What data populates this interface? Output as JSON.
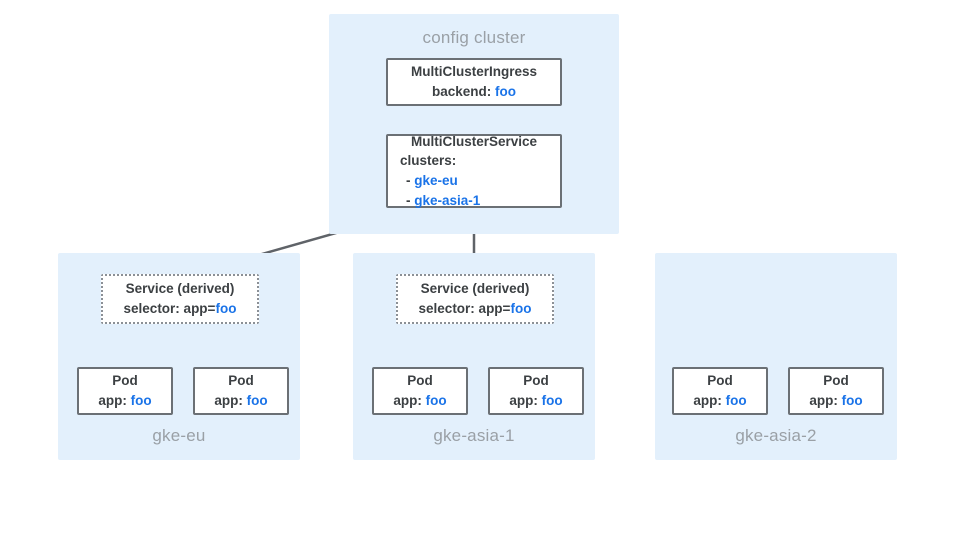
{
  "diagram": {
    "title_hidden": "",
    "colors": {
      "panel_bg": "#e3f0fc",
      "panel_label": "#9aa0a6",
      "box_border": "#6b7075",
      "box_text": "#3c4043",
      "accent_blue": "#1a73e8",
      "arrow_dark": "#5f6368",
      "arrow_light": "#b0b6bb",
      "page_bg": "#ffffff"
    }
  },
  "config_cluster": {
    "label": "config cluster",
    "multi_cluster_ingress": {
      "title": "MultiClusterIngress",
      "backend_label": "backend: ",
      "backend_value": "foo"
    },
    "multi_cluster_service": {
      "title": "MultiClusterService",
      "clusters_label": "clusters:",
      "clusters": [
        {
          "dash": "- ",
          "name": "gke-eu"
        },
        {
          "dash": "- ",
          "name": "gke-asia-1"
        }
      ]
    }
  },
  "zones": [
    {
      "label": "gke-eu",
      "service": {
        "title": "Service (derived)",
        "selector_label": "selector: app=",
        "selector_value": "foo"
      },
      "pods": [
        {
          "title": "Pod",
          "app_label": "app: ",
          "app_value": "foo"
        },
        {
          "title": "Pod",
          "app_label": "app: ",
          "app_value": "foo"
        }
      ]
    },
    {
      "label": "gke-asia-1",
      "service": {
        "title": "Service (derived)",
        "selector_label": "selector: app=",
        "selector_value": "foo"
      },
      "pods": [
        {
          "title": "Pod",
          "app_label": "app: ",
          "app_value": "foo"
        },
        {
          "title": "Pod",
          "app_label": "app: ",
          "app_value": "foo"
        }
      ]
    },
    {
      "label": "gke-asia-2",
      "service": null,
      "pods": [
        {
          "title": "Pod",
          "app_label": "app: ",
          "app_value": "foo"
        },
        {
          "title": "Pod",
          "app_label": "app: ",
          "app_value": "foo"
        }
      ]
    }
  ],
  "connectors": [
    {
      "name": "mci-to-mcs",
      "style": "solid-light",
      "from": "MultiClusterIngress",
      "to": "MultiClusterService"
    },
    {
      "name": "mcs-to-svc-eu",
      "style": "solid-dark",
      "from": "MultiClusterService",
      "to": "gke-eu Service (derived)"
    },
    {
      "name": "mcs-to-svc-asia1",
      "style": "solid-dark",
      "from": "MultiClusterService",
      "to": "gke-asia-1 Service (derived)"
    },
    {
      "name": "svc-eu-to-pod-1",
      "style": "dashed-light",
      "from": "gke-eu Service (derived)",
      "to": "Pod"
    },
    {
      "name": "svc-eu-to-pod-2",
      "style": "dashed-light",
      "from": "gke-eu Service (derived)",
      "to": "Pod"
    },
    {
      "name": "svc-asia1-to-pod-1",
      "style": "dashed-light",
      "from": "gke-asia-1 Service (derived)",
      "to": "Pod"
    },
    {
      "name": "svc-asia1-to-pod-2",
      "style": "dashed-light",
      "from": "gke-asia-1 Service (derived)",
      "to": "Pod"
    }
  ]
}
